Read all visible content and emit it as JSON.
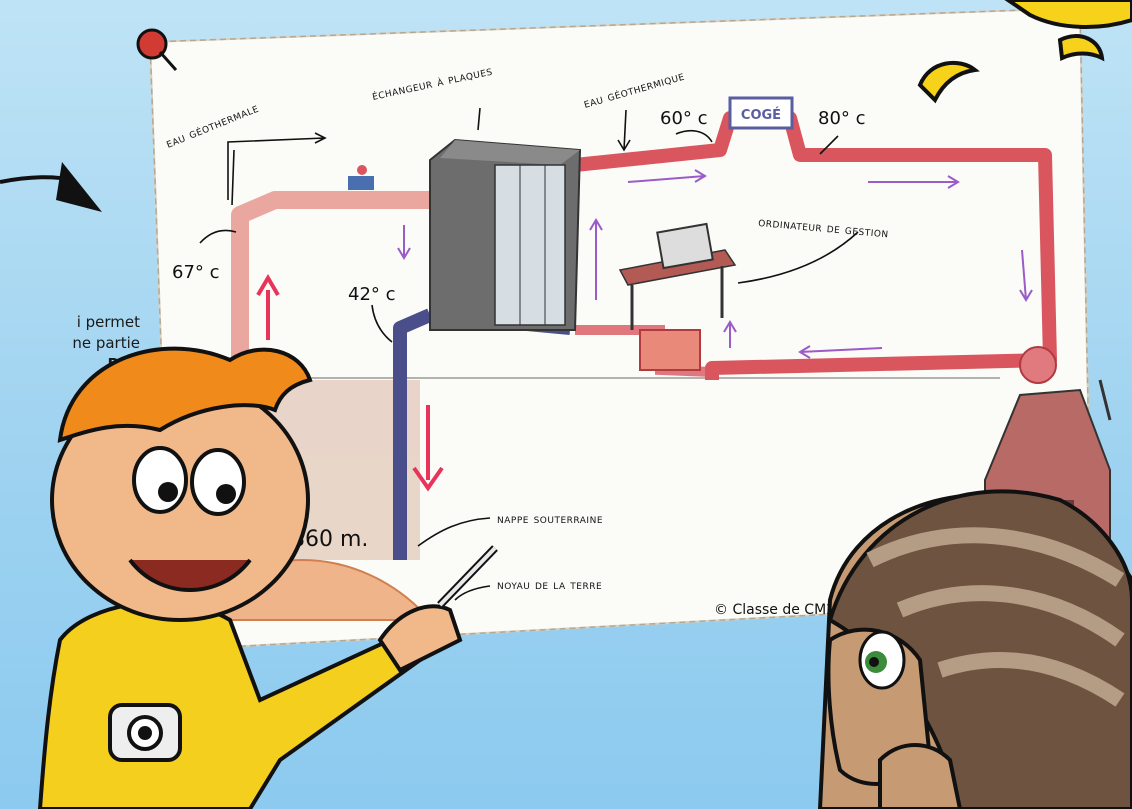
{
  "diagram": {
    "labels": {
      "eau_geothermale": "eau géothermale",
      "echangeur": "échangeur à plaques",
      "eau_geothermique": "eau géothermique",
      "ordinateur": "ordinateur de gestion",
      "nappe": "nappe souterraine",
      "noyau": "noyau de la terre",
      "coge": "COGÉ"
    },
    "temperatures": {
      "t67": "67° c",
      "t42": "42° c",
      "t60": "60° c",
      "t80": "80° c"
    },
    "depth": "1 860 m.",
    "credit": "© Classe de CM2"
  },
  "side_text": {
    "line1": "i permet",
    "line2": "ne partie",
    "line3": "Bel."
  },
  "colors": {
    "background": "#9fd3f0",
    "paper": "#fbfbf7",
    "hot_pipe": "#d9565e",
    "cold_pipe": "#4a4f8c",
    "pink_arrow": "#e8335a",
    "flow_arrow": "#9b5bc8"
  }
}
